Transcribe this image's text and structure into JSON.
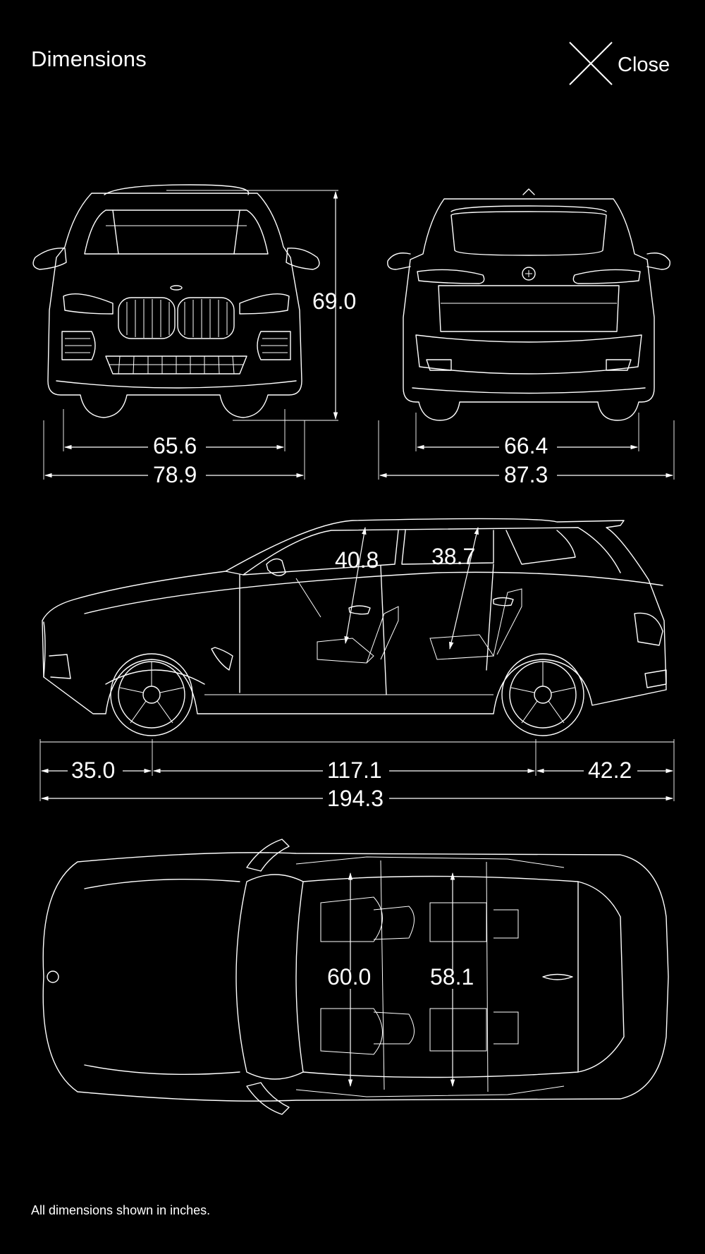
{
  "header": {
    "title": "Dimensions",
    "close_label": "Close"
  },
  "views": {
    "front": {
      "height": "69.0",
      "track": "65.6",
      "width": "78.9"
    },
    "rear": {
      "track": "66.4",
      "width_mirrors": "87.3"
    },
    "side": {
      "headroom_front": "40.8",
      "headroom_rear": "38.7",
      "front_overhang": "35.0",
      "wheelbase": "117.1",
      "rear_overhang": "42.2",
      "length": "194.3"
    },
    "top": {
      "shoulder_front": "60.0",
      "shoulder_rear": "58.1"
    }
  },
  "footer": {
    "note": "All dimensions shown in inches."
  },
  "icons": {
    "close": "close-x-icon"
  }
}
